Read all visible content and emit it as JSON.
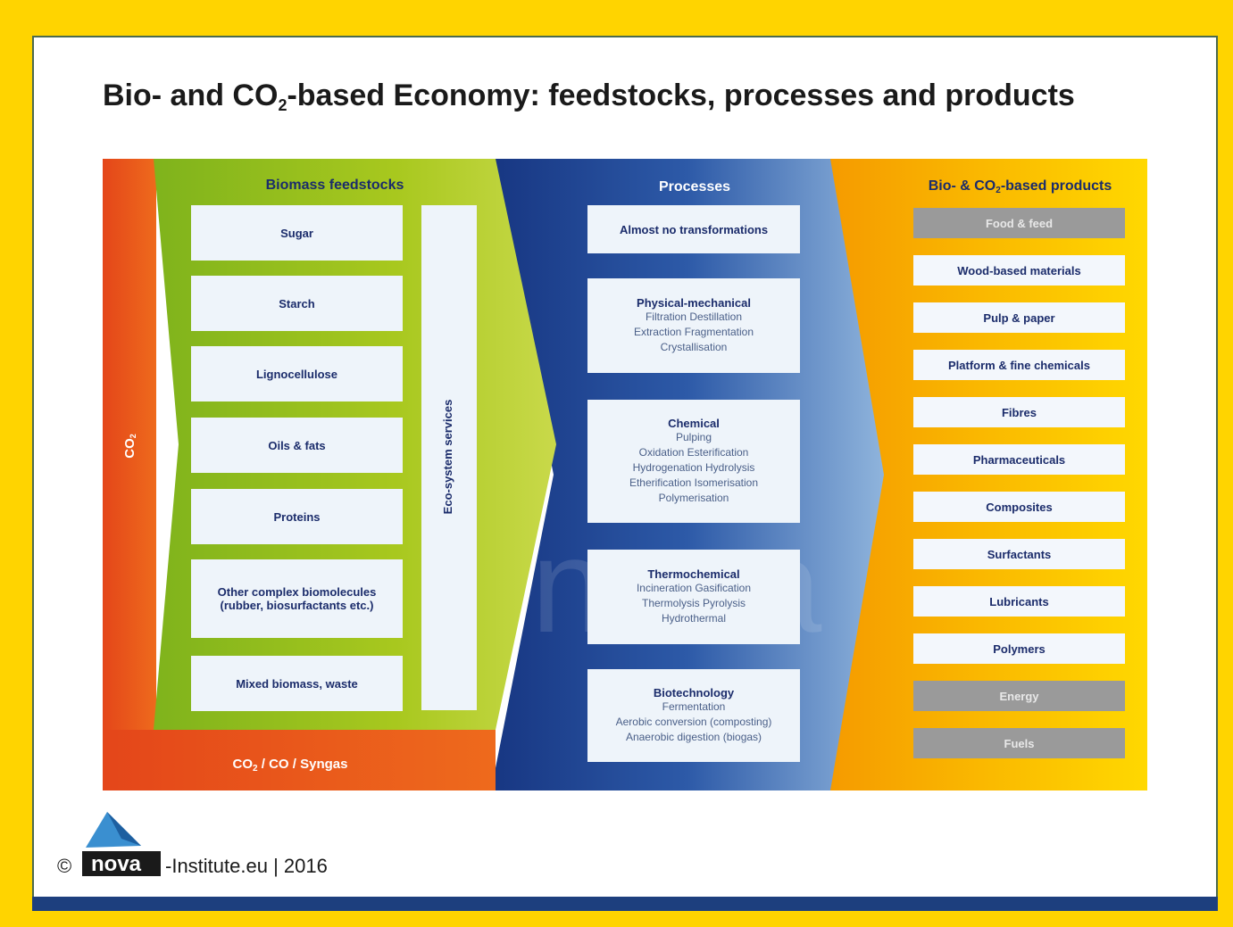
{
  "title": {
    "pre": "Bio- and CO",
    "sub": "2",
    "post": "-based Economy: feedstocks, processes and products"
  },
  "colors": {
    "frame_yellow": "#ffd400",
    "co2_red": "#e8501c",
    "biomass_green": "#9cc11e",
    "process_blue": "#1d3f8e",
    "products_orange": "#f7a600",
    "grey_box": "#9a9a9a",
    "footer_bar": "#1d3f7e"
  },
  "co2_column": {
    "label_pre": "CO",
    "label_sub": "2",
    "bottom_pre": "CO",
    "bottom_sub": "2",
    "bottom_post": " / CO / Syngas"
  },
  "biomass": {
    "header": "Biomass feedstocks",
    "items": [
      {
        "label": "Sugar"
      },
      {
        "label": "Starch"
      },
      {
        "label": "Lignocellulose"
      },
      {
        "label": "Oils & fats"
      },
      {
        "label": "Proteins"
      },
      {
        "label": "Other complex biomolecules\n(rubber, biosurfactants etc.)"
      },
      {
        "label": "Mixed biomass, waste"
      }
    ],
    "eco_services": "Eco-system services"
  },
  "processes": {
    "header": "Processes",
    "items": [
      {
        "title": "Almost no transformations",
        "details": ""
      },
      {
        "title": "Physical-mechanical",
        "details": "Filtration     Destillation\nExtraction   Fragmentation\nCrystallisation"
      },
      {
        "title": "Chemical",
        "details": "Pulping\nOxidation       Esterification\nHydrogenation      Hydrolysis\nEtherification     Isomerisation\nPolymerisation"
      },
      {
        "title": "Thermochemical",
        "details": "Incineration     Gasification\nThermolysis     Pyrolysis\nHydrothermal"
      },
      {
        "title": "Biotechnology",
        "details": "Fermentation\nAerobic conversion (composting)\nAnaerobic digestion (biogas)"
      }
    ]
  },
  "products": {
    "header_pre": "Bio- & CO",
    "header_sub": "2",
    "header_post": "-based products",
    "items": [
      {
        "label": "Food & feed",
        "style": "grey"
      },
      {
        "label": "Wood-based materials",
        "style": "white"
      },
      {
        "label": "Pulp & paper",
        "style": "white"
      },
      {
        "label": "Platform & fine chemicals",
        "style": "white"
      },
      {
        "label": "Fibres",
        "style": "white"
      },
      {
        "label": "Pharmaceuticals",
        "style": "white"
      },
      {
        "label": "Composites",
        "style": "white"
      },
      {
        "label": "Surfactants",
        "style": "white"
      },
      {
        "label": "Lubricants",
        "style": "white"
      },
      {
        "label": "Polymers",
        "style": "white"
      },
      {
        "label": "Energy",
        "style": "grey"
      },
      {
        "label": "Fuels",
        "style": "grey"
      }
    ]
  },
  "footer": {
    "copyright": "©",
    "logo_text": "nova",
    "text": "-Institute.eu | 2016"
  }
}
